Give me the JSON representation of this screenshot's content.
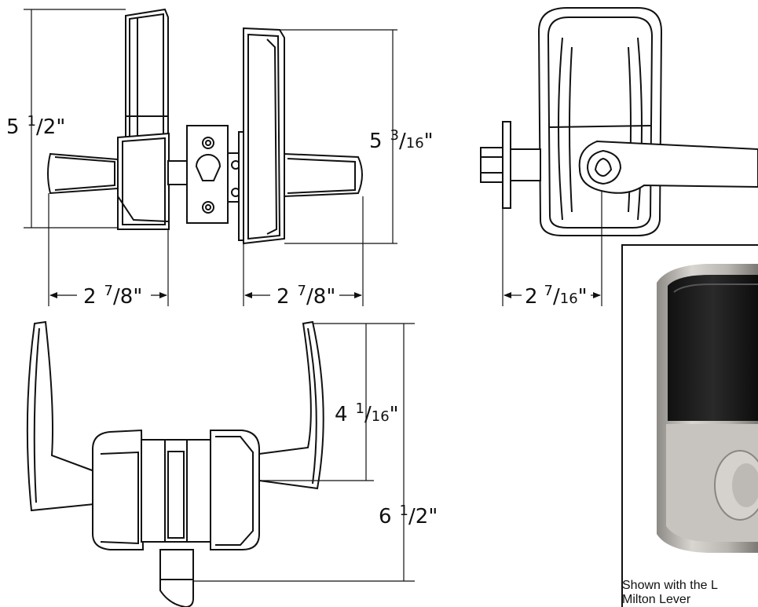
{
  "dimensions": {
    "height_front": {
      "whole": "5",
      "num": "1",
      "den": "2",
      "unit": "\""
    },
    "height_back": {
      "whole": "5",
      "num": "3",
      "den": "16",
      "unit": "\""
    },
    "width_front": {
      "whole": "2",
      "num": "7",
      "den": "8",
      "unit": "\""
    },
    "width_back": {
      "whole": "2",
      "num": "7",
      "den": "8",
      "unit": "\""
    },
    "projection_side": {
      "whole": "2",
      "num": "7",
      "den": "16",
      "unit": "\""
    },
    "lever_height": {
      "whole": "4",
      "num": "1",
      "den": "16",
      "unit": "\""
    },
    "overall_height": {
      "whole": "6",
      "num": "1",
      "den": "2",
      "unit": "\""
    }
  },
  "caption": {
    "line1": "Shown with the L",
    "line2": "Milton Lever"
  }
}
